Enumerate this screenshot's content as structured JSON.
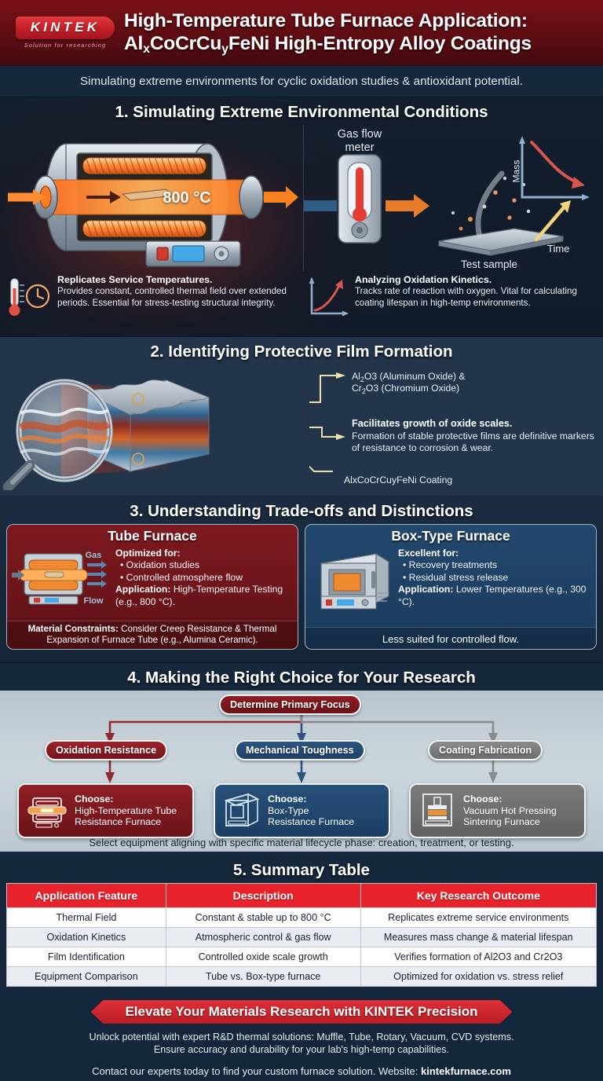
{
  "brand": {
    "logo_word": "KINTEK",
    "logo_tagline": "Solution for researching",
    "accent_red": "#c72129",
    "header_red": "#5d0d13",
    "navy": "#16283c",
    "panel_blue": "#23486e"
  },
  "header": {
    "title_line1": "High-Temperature Tube Furnace Application:",
    "title_line2_pre": "Al",
    "title_line2_sub1": "x",
    "title_line2_mid": "CoCrCu",
    "title_line2_sub2": "y",
    "title_line2_post": "FeNi High-Entropy Alloy Coatings",
    "subtitle": "Simulating extreme environments for cyclic oxidation studies & antioxidant potential."
  },
  "section1": {
    "title": "1. Simulating Extreme Environmental Conditions",
    "furnace_temp_label": "800 °C",
    "gas_flow_meter_label_line1": "Gas flow",
    "gas_flow_meter_label_line2": "meter",
    "test_sample_label": "Test sample",
    "mini_chart_y_label": "Mass",
    "mini_chart_x_label": "Time",
    "note1_heading": "Replicates Service Temperatures.",
    "note1_body": "Provides constant, controlled thermal field over extended periods. Essential for stress-testing structural integrity.",
    "note2_heading": "Analyzing Oxidation Kinetics.",
    "note2_body": "Tracks rate of reaction with oxygen. Vital for calculating coating lifespan in high-temp environments."
  },
  "section2": {
    "title": "2. Identifying Protective Film Formation",
    "anno_oxides_line1_pre": "Al",
    "anno_oxides_line1_sub": "2",
    "anno_oxides_line1_post": "O3 (Aluminum Oxide) &",
    "anno_oxides_line2_pre": "Cr",
    "anno_oxides_line2_sub": "2",
    "anno_oxides_line2_post": "O3 (Chromium Oxide)",
    "anno_scales_heading": "Facilitates growth of oxide scales.",
    "anno_scales_body": "Formation of stable protective films are definitive markers of resistance to corrosion & wear.",
    "anno_coating": "AlxCoCrCuyFeNi Coating"
  },
  "section3": {
    "title": "3. Understanding Trade-offs and Distinctions",
    "tube": {
      "heading": "Tube Furnace",
      "gas_label": "Gas",
      "flow_label": "Flow",
      "optimized_heading": "Optimized for:",
      "bullets": [
        "Oxidation studies",
        "Controlled atmosphere flow"
      ],
      "application_label": "Application:",
      "application_value": "High-Temperature Testing (e.g., 800 °C).",
      "footer_label": "Material Constraints:",
      "footer_value": "Consider Creep Resistance & Thermal Expansion of Furnace Tube (e.g., Alumina Ceramic)."
    },
    "box": {
      "heading": "Box-Type Furnace",
      "excellent_heading": "Excellent for:",
      "bullets": [
        "Recovery treatments",
        "Residual stress release"
      ],
      "application_label": "Application:",
      "application_value": "Lower Temperatures (e.g., 300 °C).",
      "footer": "Less suited for controlled flow."
    }
  },
  "section4": {
    "title": "4. Making the Right Choice for Your Research",
    "root": "Determine Primary Focus",
    "branches": [
      {
        "label": "Oxidation Resistance",
        "color": "red"
      },
      {
        "label": "Mechanical Toughness",
        "color": "blue"
      },
      {
        "label": "Coating Fabrication",
        "color": "gray"
      }
    ],
    "choices": [
      {
        "prefix": "Choose:",
        "line1": "High-Temperature Tube",
        "line2": "Resistance Furnace",
        "color": "red"
      },
      {
        "prefix": "Choose:",
        "line1": "Box-Type",
        "line2": "Resistance Furnace",
        "color": "blue"
      },
      {
        "prefix": "Choose:",
        "line1": "Vacuum Hot Pressing",
        "line2": "Sintering Furnace",
        "color": "gray"
      }
    ],
    "footnote": "Select equipment aligning with specific material lifecycle phase: creation, treatment, or testing."
  },
  "section5": {
    "title": "5. Summary Table",
    "columns": [
      "Application Feature",
      "Description",
      "Key Research Outcome"
    ],
    "rows": [
      [
        "Thermal Field",
        "Constant & stable up to 800 °C",
        "Replicates extreme service environments"
      ],
      [
        "Oxidation Kinetics",
        "Atmospheric control & gas flow",
        "Measures mass change & material lifespan"
      ],
      [
        "Film Identification",
        "Controlled oxide scale growth",
        "Verifies formation of Al2O3 and Cr2O3"
      ],
      [
        "Equipment Comparison",
        "Tube vs. Box-type furnace",
        "Optimized for oxidation vs. stress relief"
      ]
    ]
  },
  "footer": {
    "cta": "Elevate Your Materials Research with KINTEK Precision",
    "line1": "Unlock potential with expert R&D thermal solutions: Muffle, Tube, Rotary, Vacuum, CVD systems.",
    "line2": "Ensure accuracy and durability for your lab's high-temp capabilities.",
    "contact_pre": "Contact our experts today to find your custom furnace solution. Website: ",
    "website": "kintekfurnace.com"
  }
}
